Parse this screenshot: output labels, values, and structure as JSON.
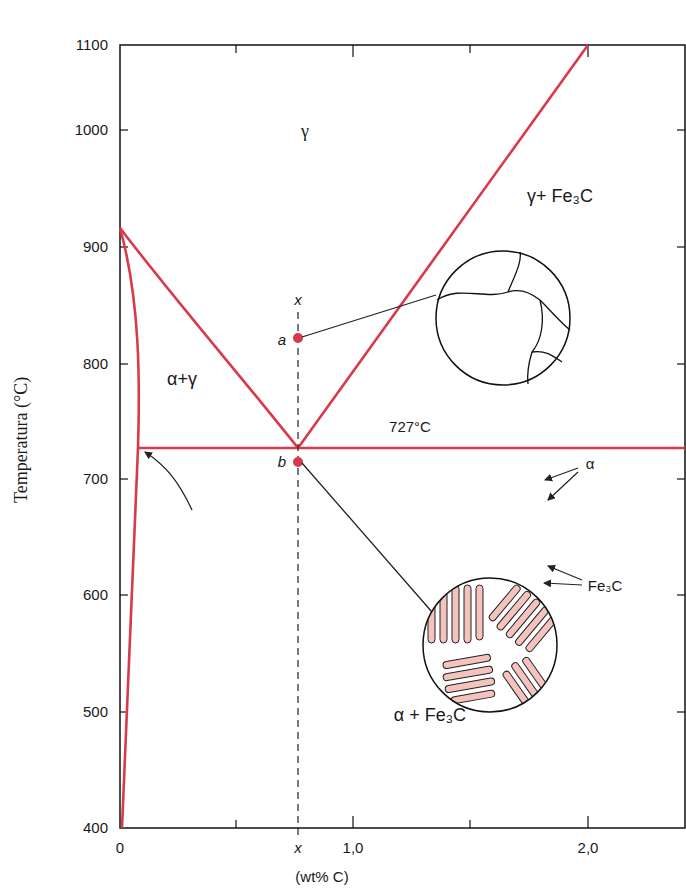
{
  "diagram": {
    "labels": [
      "1100",
      "1000",
      "900",
      "800",
      "700",
      "600",
      "500",
      "400",
      "Temperatura (°C)",
      "0",
      "x",
      "1,0",
      "2,0",
      "(wt% C)",
      "γ",
      "γ+ Fe₃C",
      "α+γ",
      "x",
      "a",
      "b",
      "727°C",
      "α",
      "Fe₃C",
      "α + Fe₃C"
    ]
  }
}
